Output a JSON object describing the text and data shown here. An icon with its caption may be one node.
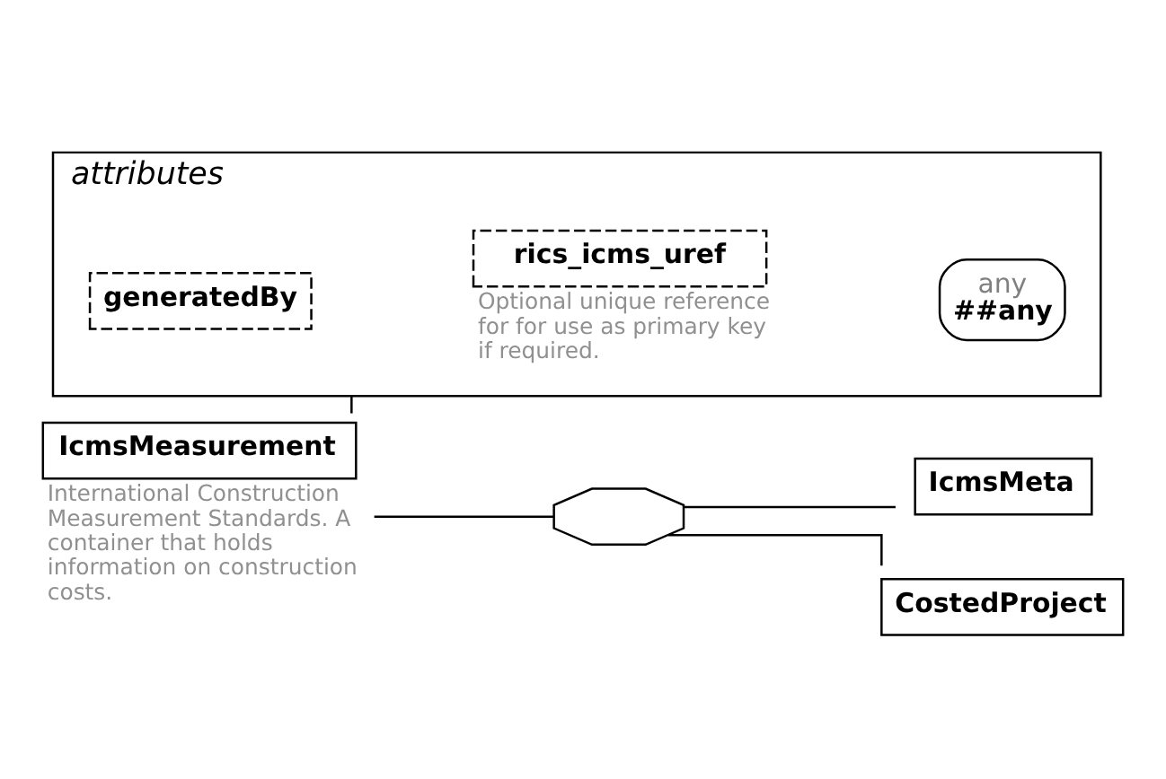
{
  "diagram": {
    "nodes": [
      {
        "text": [
          "IcmsMeasurement"
        ],
        "beside": [
          "International Construction Measurement Standards. A container that holds information on construction costs."
        ]
      },
      {
        "text": [
          "attributes"
        ]
      },
      {
        "text": [
          "generatedBy"
        ],
        "in": 1
      },
      {
        "text": [
          "rics_icms_uref"
        ],
        "in": 1,
        "beside": [
          "Optional unique reference for for use as primary key if required."
        ]
      },
      {
        "text": [
          "any",
          "##any"
        ],
        "in": 1
      },
      {
        "text": [],
        "shape": "octagon"
      },
      {
        "text": [
          "IcmsMeta"
        ]
      },
      {
        "text": [
          "CostedProject"
        ]
      }
    ],
    "edges": [
      {
        "from": 0,
        "to": 1,
        "arrow": "none"
      },
      {
        "from": 0,
        "to": 5,
        "arrow": "none"
      },
      {
        "from": 5,
        "to": 6,
        "arrow": "none"
      },
      {
        "from": 5,
        "to": 7,
        "arrow": "none"
      }
    ]
  }
}
